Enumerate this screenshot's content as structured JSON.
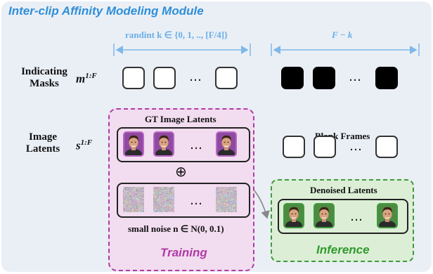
{
  "title": "Inter-clip Affinity Modeling Module",
  "top_ranges": {
    "left": "randint  k ∈ {0, 1, .., [F/4]}",
    "right": "F − k"
  },
  "rows": {
    "masks": {
      "label": "Indicating Masks",
      "symbol": "m",
      "superscript": "1:F"
    },
    "latents": {
      "label": "Image Latents",
      "symbol": "s",
      "superscript": "1:F"
    }
  },
  "ellipsis": "…",
  "gt_label": "GT Image Latents",
  "plus": "⊕",
  "noise_label": "small noise  n ∈ N(0, 0.1)",
  "blank_label": "Blank Frames",
  "denoised_label": "Denoised Latents",
  "training_label": "Training",
  "inference_label": "Inference",
  "colors": {
    "panel": "#eaeff6",
    "title": "#2f8fd8",
    "range_arrow": "#7fb8e8",
    "training_border": "#b03aa6",
    "training_fill": "#f2dcef",
    "training_text": "#b03aa6",
    "inference_border": "#3f9a3f",
    "inference_fill": "#dcefd6",
    "inference_text": "#2f9a2f",
    "gt_frame": "#b865c7",
    "denoised_frame": "#3f9a3f"
  }
}
